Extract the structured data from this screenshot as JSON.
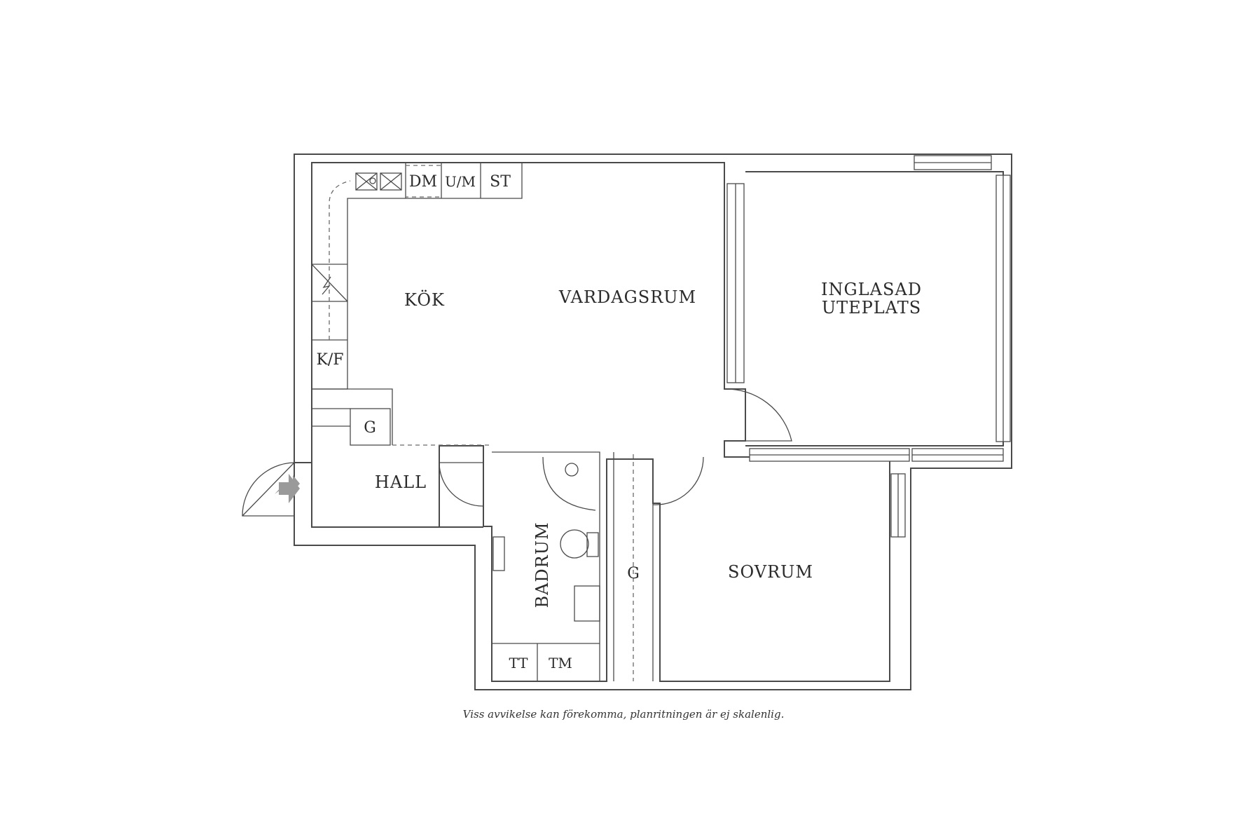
{
  "rooms": {
    "kitchen": "KÖK",
    "living_room": "VARDAGSRUM",
    "glazed_patio_line1": "INGLASAD",
    "glazed_patio_line2": "UTEPLATS",
    "hall": "HALL",
    "bathroom": "BADRUM",
    "bedroom": "SOVRUM"
  },
  "fixtures": {
    "dishwasher": "DM",
    "microwave": "U/M",
    "stove": "ST",
    "fridge_freezer": "K/F",
    "hall_wardrobe": "G",
    "bedroom_wardrobe": "G",
    "tumble_dryer": "TT",
    "washing_machine": "TM"
  },
  "disclaimer": "Viss avvikelse kan förekomma, planritningen är ej skalenlig.",
  "colors": {
    "line": "#4a4a4a",
    "entry_arrow": "#9a9a9a"
  }
}
